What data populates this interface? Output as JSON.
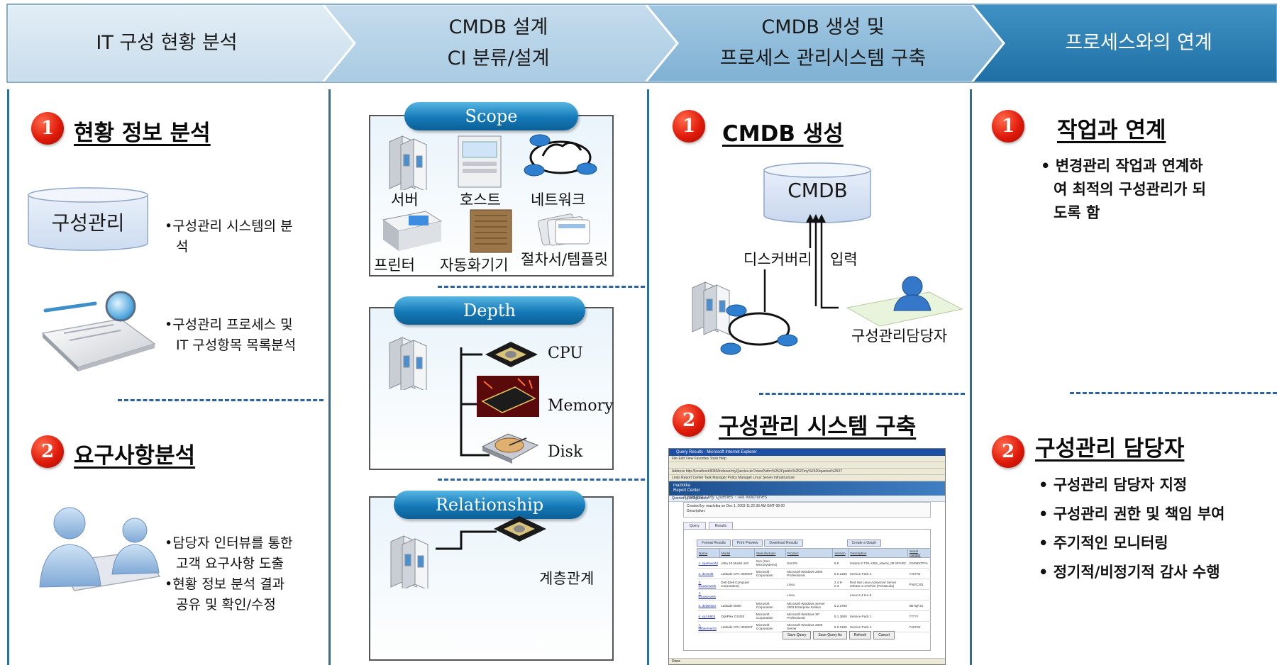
{
  "header": {
    "steps": [
      {
        "lines": [
          "IT 구성 현황 분석"
        ]
      },
      {
        "lines": [
          "CMDB 설계",
          "CI 분류/설계"
        ]
      },
      {
        "lines": [
          "CMDB 생성 및",
          "프로세스 관리시스템 구축"
        ]
      },
      {
        "lines": [
          "프로세스와의 연계"
        ]
      }
    ]
  },
  "col1": {
    "sec1": {
      "num": "1",
      "title": "현황 정보 분석"
    },
    "cylinder_label": "구성관리",
    "bullet_a": [
      "•구성관리 시스템의 분",
      "석"
    ],
    "bullet_b": [
      "•구성관리 프로세스 및",
      "IT 구성항목 목록분석"
    ],
    "sec2": {
      "num": "2",
      "title": "요구사항분석"
    },
    "bullet_c": [
      "•담당자 인터뷰를 통한",
      "고객 요구사항 도출",
      "•현황 정보 분석 결과",
      "공유 및 확인/수정"
    ]
  },
  "col2": {
    "scope": {
      "title": "Scope",
      "items": [
        "서버",
        "호스트",
        "네트워크",
        "프린터",
        "자동화기기",
        "절차서/템플릿"
      ]
    },
    "depth": {
      "title": "Depth",
      "items": [
        "CPU",
        "Memory",
        "Disk"
      ]
    },
    "relationship": {
      "title": "Relationship",
      "label": "계층관계"
    }
  },
  "col3": {
    "sec1": {
      "num": "1",
      "title": "CMDB 생성"
    },
    "cylinder_label": "CMDB",
    "discovery_label": "디스커버리",
    "input_label": "입력",
    "manager_label": "구성관리담당자",
    "sec2": {
      "num": "2",
      "title": "구성관리 시스템 구축"
    },
    "screenshot": {
      "window_title": "Query Results - Microsoft Internet Explorer",
      "menu": "File  Edit  View  Favorites  Tools  Help",
      "address": "Address  http://localhost:8080/Indexer/myQueries.do?viewPath=%252Fpublic%252Fmy%2520queries%2527",
      "links": "Links  Report Center   Task Manager   Policy Manager   Linux Server   infrastructure",
      "banner_line1": "mazlotka",
      "banner_line2": "Report Center",
      "nav": "Queries  |  Configuration",
      "heading": "/Queries/ - My Queries - /All Machines",
      "created": "Created by: mazlotka on Dec 1, 2003 11:22:36 AM GMT-08:00",
      "description": "Description:",
      "tabs": [
        "Query",
        "Results"
      ],
      "buttons": [
        "Format Results",
        "Print Preview",
        "Download Results",
        "Create a Graph"
      ],
      "columns": [
        "Name",
        "Model",
        "Manufacturer",
        "Product",
        "Version",
        "Description",
        "Serial number"
      ],
      "rows": [
        [
          "1. sparkworld",
          "Ultra 10 Model 440",
          "Sun (Sun Microsystems)",
          "SunOS",
          "5.8",
          "Solaris 8 7/01 s28s_u5wos_09 SPARC",
          "2340657FFA"
        ],
        [
          "2. devsol8",
          "Latitude CPx H500GT",
          "Microsoft Corporation",
          "Microsoft Windows 2000 Professional",
          "5.0.2195",
          "Service Pack 4",
          "7AKFW"
        ],
        [
          "3. linuxserverb",
          "Dell (Dell Computer Corporation)",
          "",
          "Linux",
          "2.4.9-e.3",
          "Red Hat Linux Advanced Server release 2.1AS/Vin (Pensacola)",
          "PNVC201"
        ],
        [
          "4. linuxserverk",
          "",
          "",
          "Linux",
          "",
          "Linux 2.4.9-e.3",
          ""
        ],
        [
          "5. dvdsewer",
          "Latitude D600",
          "Microsoft Corporation",
          "Microsoft Windows Server 2003 Enterprise Edition",
          "5.2.3790",
          "",
          "3B7QF31"
        ],
        [
          "6. xyz-b803",
          "OptiPlex GX240",
          "Microsoft Corporation",
          "Microsoft Windows XP Professional",
          "5.1.2600",
          "Service Pack 1",
          "?????"
        ],
        [
          "7. ekbserver03",
          "Latitude CPx H500GT",
          "Microsoft Corporation",
          "Microsoft Windows 2000 Server",
          "5.0.2195",
          "Service Pack 4",
          "7AKFW"
        ]
      ],
      "bottom_buttons": [
        "Save Query",
        "Save Query As",
        "Refresh",
        "Cancel"
      ],
      "status": "Done"
    }
  },
  "col4": {
    "sec1": {
      "num": "1",
      "title": "작업과 연계"
    },
    "desc": [
      "• 변경관리 작업과 연계하",
      "여 최적의 구성관리가 되",
      "도록 함"
    ],
    "sec2": {
      "num": "2",
      "title": "구성관리 담당자"
    },
    "items": [
      "• 구성관리 담당자 지정",
      "• 구성관리 권한 및 책임 부여",
      "• 주기적인 모니터링",
      "• 정기적/비정기적 감사 수행"
    ]
  },
  "colors": {
    "chevron_1": "#d6e6f1",
    "chevron_2": "#b7d3e5",
    "chevron_3": "#8fbcd9",
    "chevron_4": "#2a7fb3",
    "divider": "#2e6f99",
    "badge_red": "#e01b0b",
    "pill_blue": "#1479b8"
  }
}
